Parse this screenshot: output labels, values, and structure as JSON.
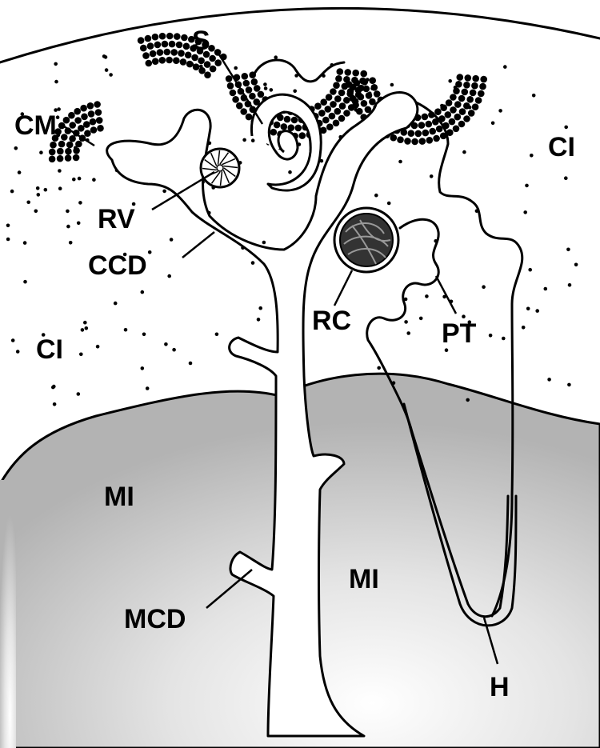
{
  "labels": {
    "S": "S",
    "CM": "CM",
    "RV": "RV",
    "CCD": "CCD",
    "CI_left": "CI",
    "CI_right": "CI",
    "RC": "RC",
    "PT": "PT",
    "MI_left": "MI",
    "MI_center": "MI",
    "MCD": "MCD",
    "H": "H"
  },
  "colors": {
    "cortex": "#ffffff",
    "medulla": "#bdbdbd",
    "outline": "#000000",
    "tubule": "#ffffff"
  }
}
